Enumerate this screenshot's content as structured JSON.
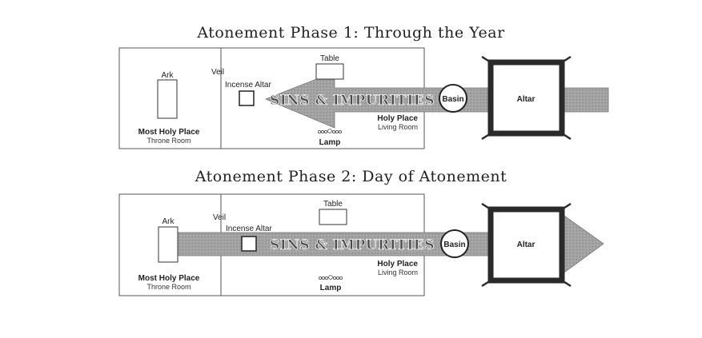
{
  "phase1": {
    "title": "Atonement Phase 1: Through the Year",
    "ark": "Ark",
    "veil": "Veil",
    "table": "Table",
    "incense_altar": "Incense Altar",
    "sins": "SINS & IMPURITIES",
    "basin": "Basin",
    "altar": "Altar",
    "most_holy_place": "Most Holy Place",
    "throne_room": "Throne Room",
    "holy_place": "Holy Place",
    "living_room": "Living Room",
    "lamp": "Lamp"
  },
  "phase2": {
    "title": "Atonement Phase 2: Day of Atonement",
    "ark": "Ark",
    "veil": "Veil",
    "table": "Table",
    "incense_altar": "Incense Altar",
    "sins": "SINS & IMPURITIES",
    "basin": "Basin",
    "altar": "Altar",
    "most_holy_place": "Most Holy Place",
    "throne_room": "Throne Room",
    "holy_place": "Holy Place",
    "living_room": "Living Room",
    "lamp": "Lamp"
  },
  "colors": {
    "arrow_fill": "#9a9a9a",
    "altar_frame": "#2a2a2a",
    "box_stroke": "#555555"
  }
}
